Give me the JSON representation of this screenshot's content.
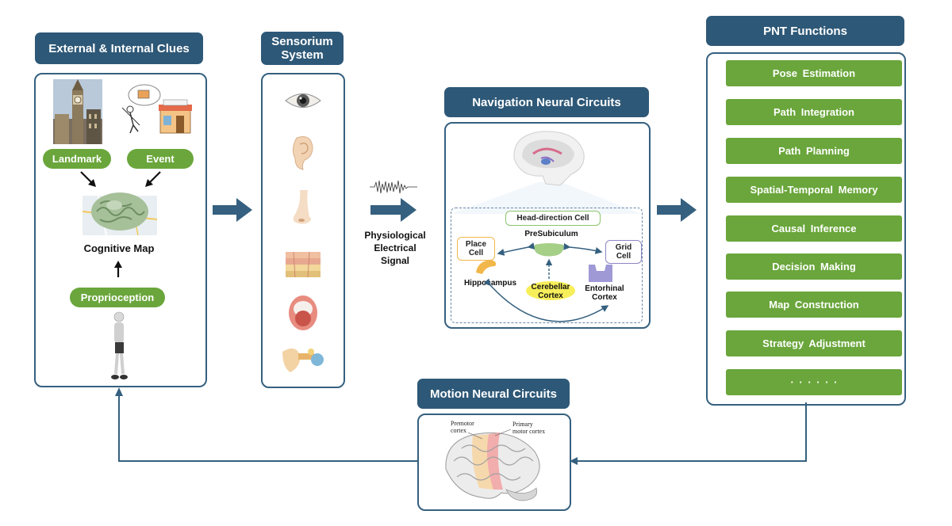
{
  "external": {
    "title": "External & Internal Clues",
    "landmark": "Landmark",
    "event": "Event",
    "cognitive_map": "Cognitive Map",
    "proprioception": "Proprioception"
  },
  "sensorium": {
    "title_line1": "Sensorium",
    "title_line2": "System",
    "organs": [
      "eye-icon",
      "ear-icon",
      "nose-icon",
      "skin-icon",
      "mouth-icon",
      "inner-ear-icon"
    ]
  },
  "signal": {
    "line1": "Physiological",
    "line2": "Electrical",
    "line3": "Signal"
  },
  "navigation": {
    "title": "Navigation Neural Circuits",
    "head_direction": "Head-direction Cell",
    "presubiculum": "PreSubiculum",
    "place_cell_line1": "Place",
    "place_cell_line2": "Cell",
    "grid_cell_line1": "Grid",
    "grid_cell_line2": "Cell",
    "hippocampus": "Hippocampus",
    "cerebellar_line1": "Cerebellar",
    "cerebellar_line2": "Cortex",
    "entorhinal_line1": "Entorhinal",
    "entorhinal_line2": "Cortex"
  },
  "pnt": {
    "title": "PNT Functions",
    "functions": [
      "Pose  Estimation",
      "Path  Integration",
      "Path  Planning",
      "Spatial-Temporal  Memory",
      "Causal  Inference",
      "Decision  Making",
      "Map  Construction",
      "Strategy  Adjustment",
      "· · · · · ·"
    ]
  },
  "motion": {
    "title": "Motion Neural Circuits",
    "premotor_line1": "Premotor",
    "premotor_line2": "cortex",
    "primary_line1": "Primary",
    "primary_line2": "motor cortex"
  },
  "colors": {
    "title_bg": "#2e5877",
    "pill_green": "#6aa63b",
    "arrow": "#35607f"
  }
}
